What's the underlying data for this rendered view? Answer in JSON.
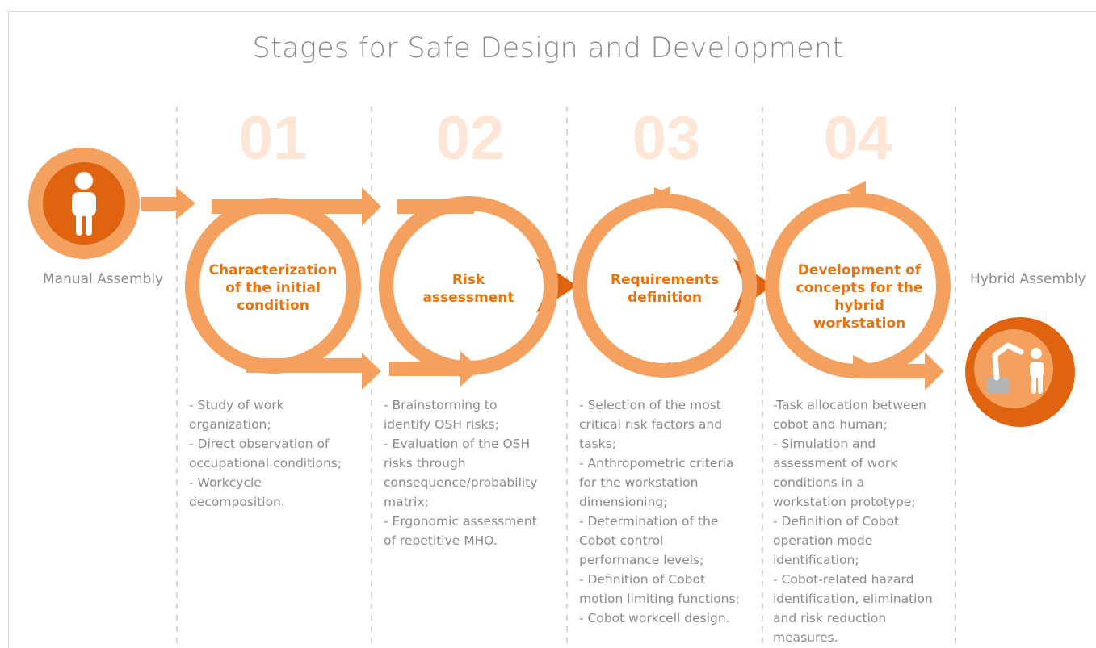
{
  "title": "Stages for Safe Design and Development",
  "start_label": "Manual Assembly",
  "end_label": "Hybrid Assembly",
  "colors": {
    "accent": "#f4a15f",
    "dark": "#e06410",
    "number": "#fde6d6",
    "text": "#8a8a8a",
    "stage_title": "#e8730f"
  },
  "stages": [
    {
      "number": "01",
      "title": [
        "Characterization",
        "of the initial",
        "condition"
      ],
      "items": [
        "- Study of work",
        "organization;",
        "- Direct observation of",
        "occupational conditions;",
        "- Workcycle",
        "decomposition."
      ]
    },
    {
      "number": "02",
      "title": [
        "Risk",
        "assessment"
      ],
      "items": [
        "- Brainstorming to",
        "identify OSH risks;",
        "- Evaluation of the OSH",
        "risks through",
        "consequence/probability",
        "matrix;",
        "- Ergonomic assessment",
        "of repetitive MHO."
      ]
    },
    {
      "number": "03",
      "title": [
        "Requirements",
        "definition"
      ],
      "items": [
        "- Selection of the most",
        "critical risk factors and",
        "tasks;",
        "- Anthropometric criteria",
        "for the workstation",
        "dimensioning;",
        "- Determination of the",
        "Cobot control",
        "performance levels;",
        "- Definition of Cobot",
        "motion limiting functions;",
        "- Cobot workcell design."
      ]
    },
    {
      "number": "04",
      "title": [
        "Development of",
        "concepts for the",
        "hybrid workstation"
      ],
      "items": [
        "-Task allocation between",
        "cobot and human;",
        "- Simulation and",
        "assessment of work",
        "conditions in a",
        "workstation prototype;",
        "- Definition of Cobot",
        "operation mode",
        "identification;",
        "- Cobot-related hazard",
        "identification, elimination",
        "and risk reduction",
        "measures."
      ]
    }
  ]
}
